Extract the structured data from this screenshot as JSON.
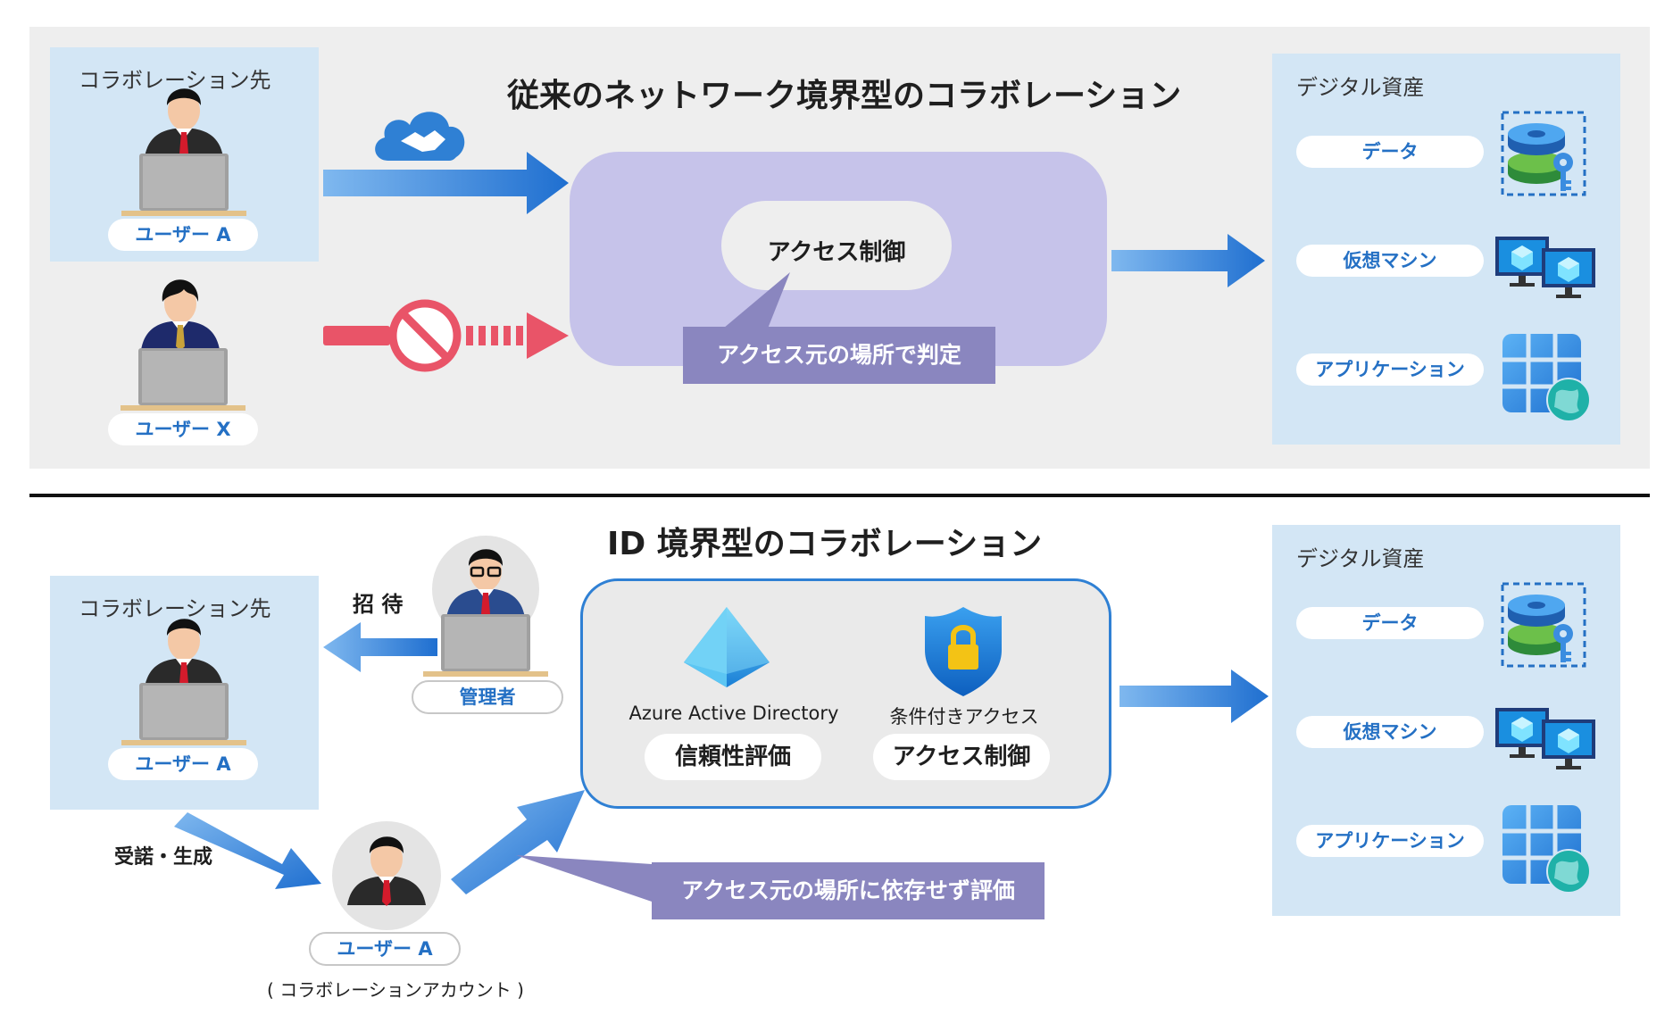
{
  "top": {
    "title": "従来のネットワーク境界型のコラボレーション",
    "collab_label": "コラボレーション先",
    "user_a": "ユーザー A",
    "user_x": "ユーザー X",
    "access_control": "アクセス制御",
    "callout": "アクセス元の場所で判定",
    "digital_assets_label": "デジタル資産",
    "assets": [
      "データ",
      "仮想マシン",
      "アプリケーション"
    ]
  },
  "bottom": {
    "title": "ID 境界型のコラボレーション",
    "collab_label": "コラボレーション先",
    "user_a_collab": "ユーザー A",
    "invite": "招 待",
    "admin": "管理者",
    "accept": "受諾・生成",
    "user_a": "ユーザー A",
    "user_a_sub": "( コラボレーションアカウント )",
    "aad_label": "Azure Active Directory",
    "aad_badge": "信頼性評価",
    "ca_label": "条件付きアクセス",
    "ca_badge": "アクセス制御",
    "callout": "アクセス元の場所に依存せず評価",
    "digital_assets_label": "デジタル資産",
    "assets": [
      "データ",
      "仮想マシン",
      "アプリケーション"
    ]
  },
  "colors": {
    "arrow_blue": "#2f80d4",
    "arrow_red": "#e95468",
    "callout_purple": "#8a86bf",
    "access_region": "#c6c3ea",
    "light_blue_panel": "#d3e6f5"
  },
  "icons": [
    "person-icon",
    "laptop-icon",
    "handshake-cloud-icon",
    "prohibited-icon",
    "database-key-icon",
    "monitor-icon",
    "app-grid-globe-icon",
    "azure-ad-pyramid-icon",
    "shield-lock-icon"
  ]
}
